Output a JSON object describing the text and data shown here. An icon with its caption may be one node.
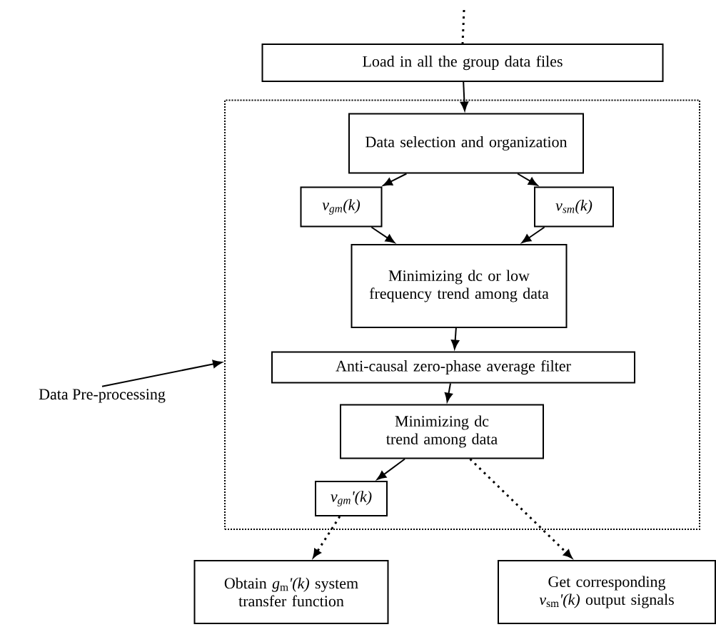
{
  "diagram": {
    "nodes": [
      {
        "text": [
          "Load in all the group data files"
        ]
      },
      {
        "text": [],
        "shape": "box"
      },
      {
        "text": [
          "Data selection and organization"
        ],
        "in": 1
      },
      {
        "text": [
          "v$_{gm}$(k)"
        ],
        "in": 1
      },
      {
        "text": [
          "v$_{sm}$(k)"
        ],
        "in": 1
      },
      {
        "text": [
          "Minimizing dc or low frequency trend among data"
        ],
        "in": 1
      },
      {
        "text": [
          "Anti-causal zero-phase average filter"
        ],
        "in": 1
      },
      {
        "text": [
          "Minimizing dc trend among data"
        ],
        "in": 1
      },
      {
        "text": [
          "v$_{gm}$'(k)"
        ],
        "in": 1
      },
      {
        "text": [
          "Data Pre-processing"
        ]
      },
      {
        "text": [
          "Obtain *g*$_{m}$*'(k)* system transfer function"
        ]
      },
      {
        "text": [
          "Get corresponding *v*$_{sm}$*'(k)* output signals"
        ]
      }
    ],
    "edges": [
      {
        "from": null,
        "to": 0,
        "arrow": "none",
        "style": "dashed"
      },
      {
        "from": 0,
        "to": 2,
        "arrow": "to"
      },
      {
        "from": 2,
        "to": 3,
        "arrow": "to"
      },
      {
        "from": 2,
        "to": 4,
        "arrow": "to"
      },
      {
        "from": 3,
        "to": 5,
        "arrow": "to"
      },
      {
        "from": 4,
        "to": 5,
        "arrow": "to"
      },
      {
        "from": 5,
        "to": 6,
        "arrow": "to"
      },
      {
        "from": 6,
        "to": 7,
        "arrow": "to"
      },
      {
        "from": 7,
        "to": 8,
        "arrow": "to"
      },
      {
        "from": 9,
        "to": 1,
        "arrow": "to"
      },
      {
        "from": 8,
        "to": 10,
        "arrow": "to",
        "style": "dashed"
      },
      {
        "from": 7,
        "to": 11,
        "arrow": "to",
        "style": "dashed"
      }
    ]
  }
}
